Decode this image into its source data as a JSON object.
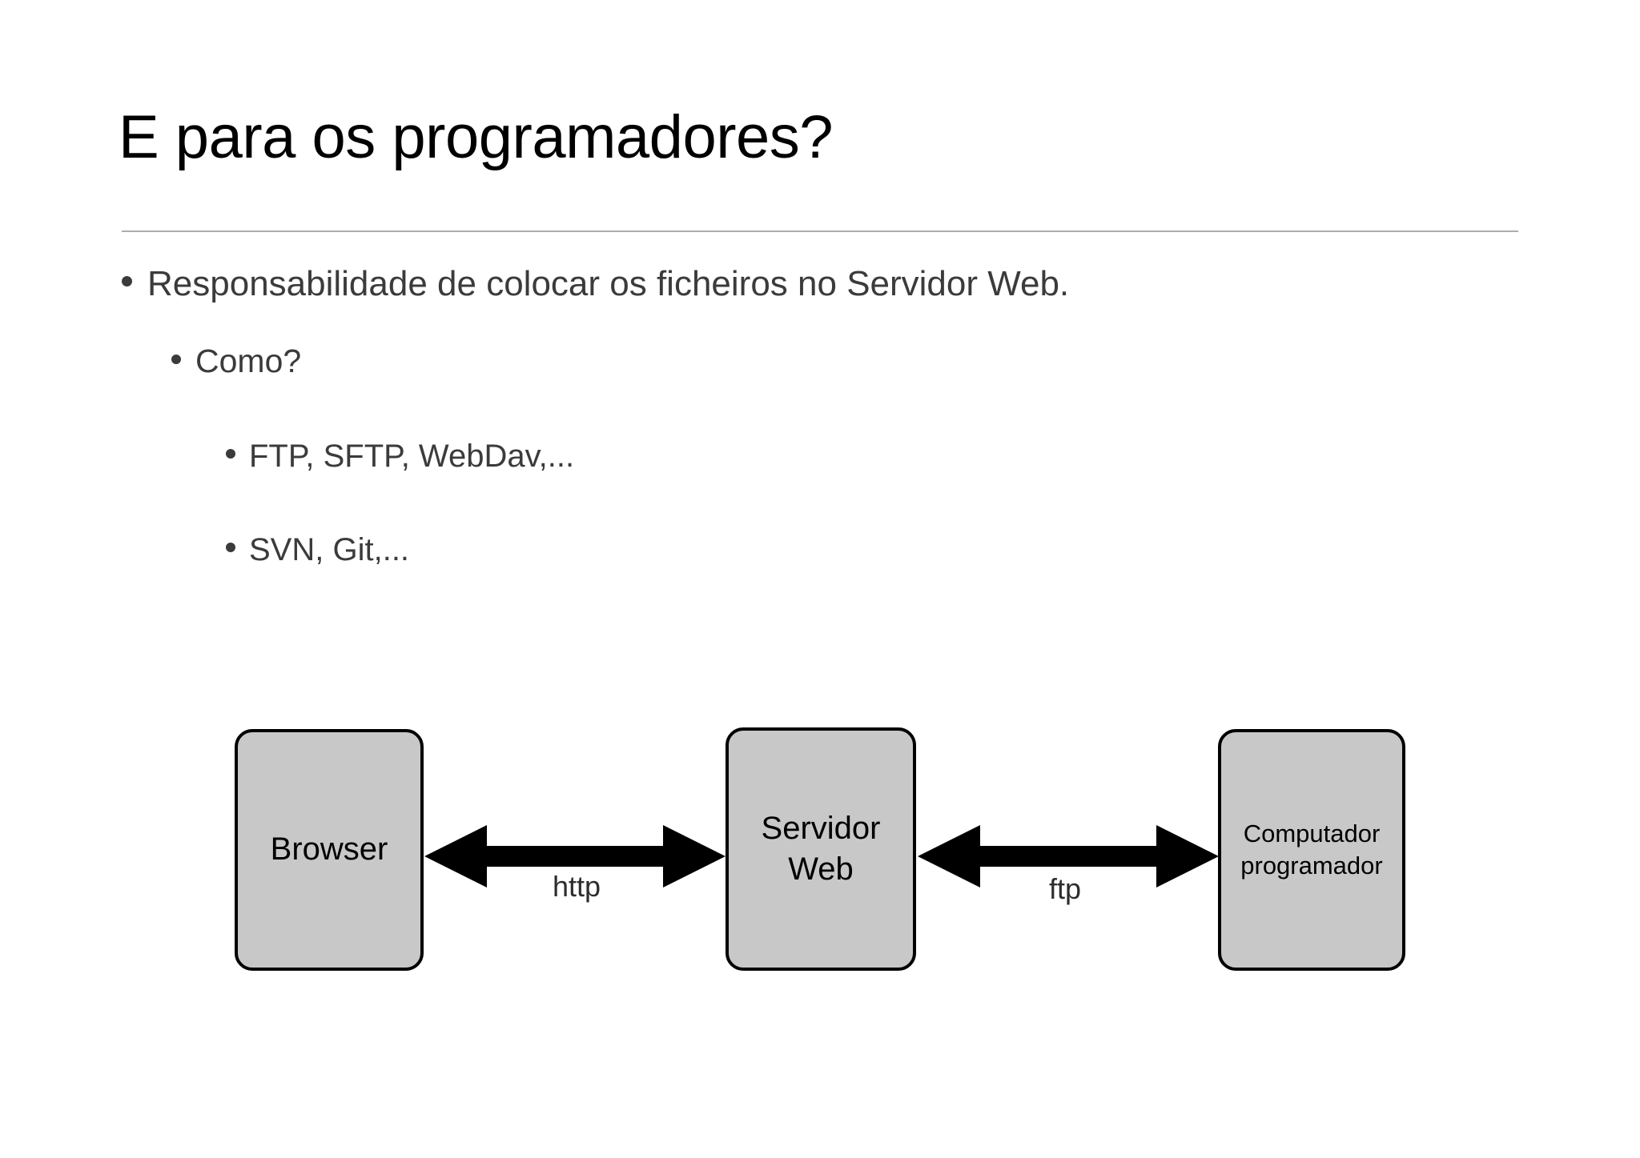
{
  "slide": {
    "title": "E para os programadores?",
    "background_color": "#ffffff",
    "rule_color": "#adadad",
    "text_color": "#3b3b3b"
  },
  "bullets": [
    {
      "level": 1,
      "text": "Responsabilidade de colocar os ficheiros no Servidor Web."
    },
    {
      "level": 2,
      "text": "Como?"
    },
    {
      "level": 3,
      "text": "FTP, SFTP, WebDav,..."
    },
    {
      "level": 3,
      "text": "SVN, Git,..."
    }
  ],
  "diagram": {
    "node_fill": "#c8c8c8",
    "node_border": "#000000",
    "arrow_color": "#000000",
    "nodes": [
      {
        "id": "browser",
        "label": "Browser"
      },
      {
        "id": "server",
        "label": "Servidor\nWeb"
      },
      {
        "id": "programmer",
        "label": "Computador\nprogramador"
      }
    ],
    "connections": [
      {
        "id": "http",
        "label": "http",
        "from": "browser",
        "to": "server",
        "direction": "bidirectional"
      },
      {
        "id": "ftp",
        "label": "ftp",
        "from": "server",
        "to": "programmer",
        "direction": "bidirectional"
      }
    ]
  }
}
